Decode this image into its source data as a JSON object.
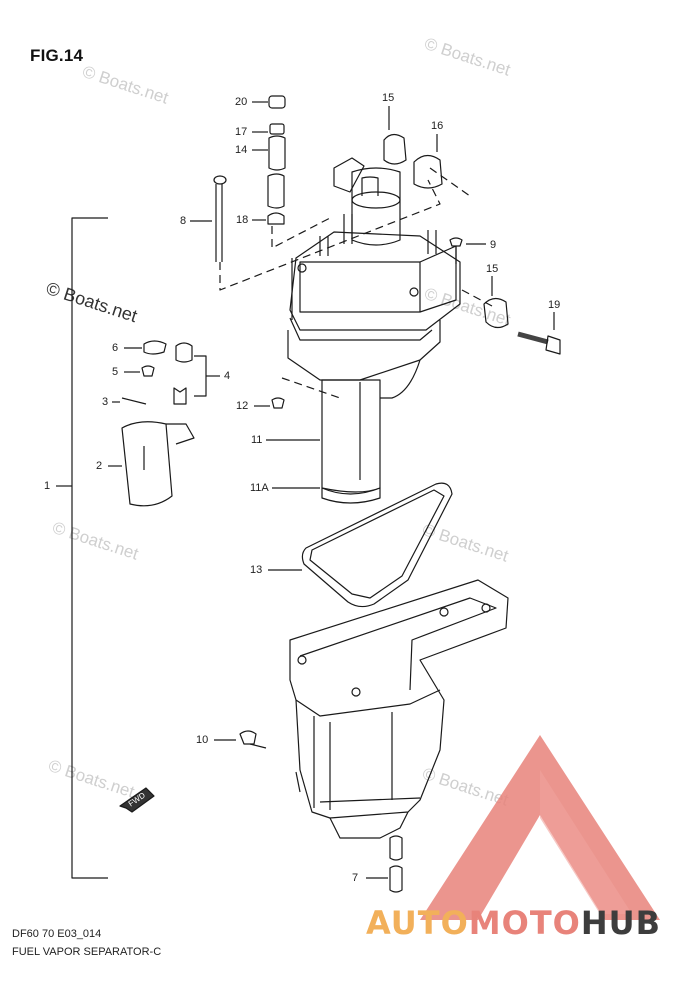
{
  "figure": {
    "title": "FIG.14",
    "code": "DF60 70 E03_014",
    "name": "FUEL VAPOR SEPARATOR-C"
  },
  "watermark": {
    "text": "© Boats.net"
  },
  "brand": {
    "part1": "AUTO",
    "part2": "MOTO",
    "part3": "HUB",
    "color_triangle": "#e8837a",
    "color_auto": "#f2b05a",
    "color_hub": "#3d3d3d"
  },
  "callouts": {
    "c20": "20",
    "c17": "17",
    "c14": "14",
    "c8": "8",
    "c18": "18",
    "c15a": "15",
    "c16": "16",
    "c9": "9",
    "c15b": "15",
    "c19": "19",
    "c6": "6",
    "c5": "5",
    "c4": "4",
    "c3": "3",
    "c12": "12",
    "c11": "11",
    "c2": "2",
    "c11a": "11A",
    "c1": "1",
    "c13": "13",
    "c10": "10",
    "c7": "7",
    "fwd": "FWD"
  }
}
